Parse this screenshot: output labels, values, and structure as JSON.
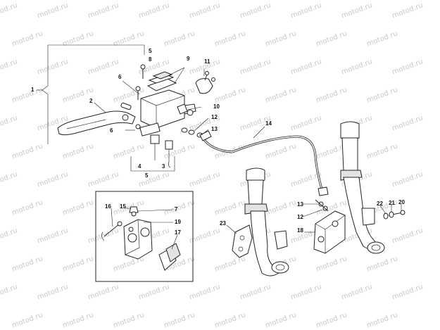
{
  "watermark": "motod.ru",
  "callouts": {
    "c1": "1",
    "c2": "2",
    "c3": "3",
    "c4": "4",
    "c5a": "5",
    "c5b": "5",
    "c6a": "6",
    "c6b": "6",
    "c7": "7",
    "c8": "8",
    "c9": "9",
    "c10": "10",
    "c11": "11",
    "c12a": "12",
    "c12b": "12",
    "c13a": "13",
    "c13b": "13",
    "c14": "14",
    "c15": "15",
    "c16": "16",
    "c17": "17",
    "c18": "18",
    "c19": "19",
    "c20": "20",
    "c21": "21",
    "c22": "22",
    "c23": "23"
  }
}
